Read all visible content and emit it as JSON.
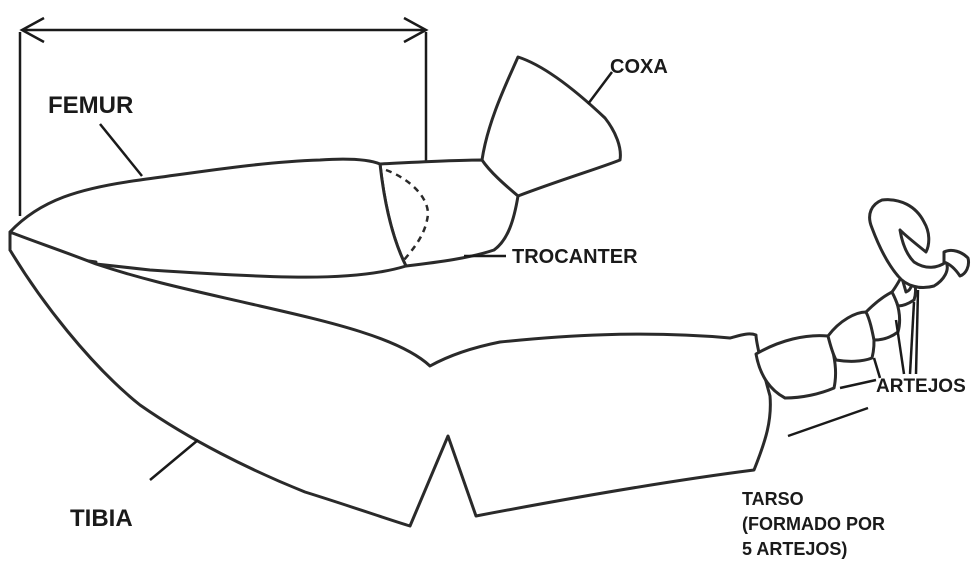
{
  "labels": {
    "femur": "FEMUR",
    "coxa": "COXA",
    "trocanter": "TROCANTER",
    "artejos": "ARTEJOS",
    "tibia": "TIBIA",
    "tarso_line1": "TARSO",
    "tarso_line2": "(FORMADO POR",
    "tarso_line3": "5 ARTEJOS)"
  },
  "colors": {
    "line": "#2a2a2a",
    "background": "#ffffff"
  }
}
